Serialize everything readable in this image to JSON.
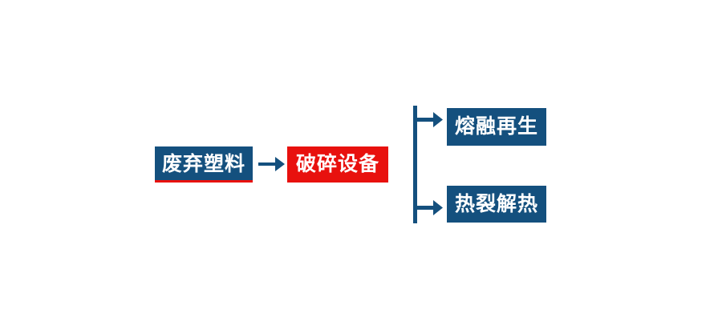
{
  "diagram": {
    "type": "process-flow",
    "title": "",
    "background_color": "#ffffff",
    "colors": {
      "primary_blue": "#14507E",
      "accent_red": "#E8110E",
      "connector_blue": "#14507E",
      "node_text": "#ffffff"
    },
    "nodes": [
      {
        "id": "waste-plastic",
        "label": "废弃塑料",
        "fill": "#14507E",
        "text_color": "#ffffff",
        "accent_rule_color": "#E8110E",
        "stage": 1
      },
      {
        "id": "crusher",
        "label": "破碎设备",
        "fill": "#E8110E",
        "text_color": "#ffffff",
        "stage": 2
      },
      {
        "id": "melt-regeneration",
        "label": "熔融再生",
        "fill": "#14507E",
        "text_color": "#ffffff",
        "stage": 3
      },
      {
        "id": "pyrolysis",
        "label": "热裂解热",
        "fill": "#14507E",
        "text_color": "#ffffff",
        "stage": 3
      }
    ],
    "connectors": [
      {
        "id": "main-arrow",
        "from": "waste-plastic",
        "to": "crusher",
        "style": "straight-arrow",
        "color": "#14507E"
      },
      {
        "id": "branch-split",
        "from": "crusher",
        "to": [
          "melt-regeneration",
          "pyrolysis"
        ],
        "style": "bracket-split-arrow",
        "color": "#14507E"
      }
    ]
  }
}
